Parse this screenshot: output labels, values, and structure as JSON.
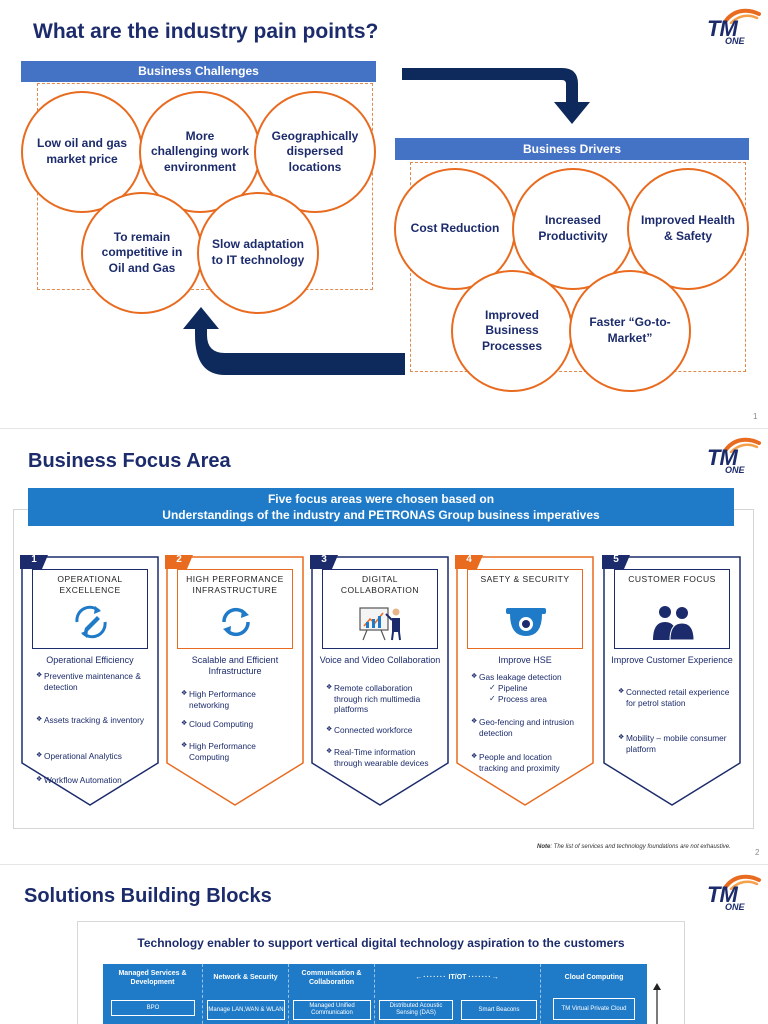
{
  "slide1": {
    "title": "What are the industry pain points?",
    "logo": {
      "tm": "TM",
      "one": "ONE"
    },
    "challenges_header": "Business Challenges",
    "challenges": [
      "Low oil and gas market price",
      "More challenging work environment",
      "Geographically dispersed locations",
      "To remain competitive in Oil and Gas",
      "Slow adaptation to IT technology"
    ],
    "drivers_header": "Business Drivers",
    "drivers": [
      "Cost Reduction",
      "Increased Productivity",
      "Improved Health & Safety",
      "Improved Business Processes",
      "Faster “Go-to-Market”"
    ],
    "page_number": "1",
    "colors": {
      "navy": "#1c2b6b",
      "orange": "#e86b1f",
      "bar_blue": "#4472c4",
      "arrow": "#0e2a5c"
    }
  },
  "slide2": {
    "title": "Business Focus Area",
    "logo": {
      "tm": "TM",
      "one": "ONE"
    },
    "banner_line1": "Five focus areas were chosen based on",
    "banner_line2": "Understandings of the industry and PETRONAS Group business imperatives",
    "cards": [
      {
        "number": "1",
        "title": "OPERATIONAL EXCELLENCE",
        "icon": "edit-sync-icon",
        "subtitle": "Operational Efficiency",
        "items": [
          "Preventive maintenance & detection",
          "Assets tracking & inventory",
          "Operational Analytics",
          "Workflow Automation"
        ]
      },
      {
        "number": "2",
        "title": "HIGH PERFORMANCE INFRASTRUCTURE",
        "icon": "refresh-cycle-icon",
        "subtitle": "Scalable and Efficient Infrastructure",
        "items": [
          "High Performance networking",
          "Cloud Computing",
          "High Performance Computing"
        ]
      },
      {
        "number": "3",
        "title": "DIGITAL COLLABORATION",
        "icon": "presentation-board-icon",
        "subtitle": "Voice and Video Collaboration",
        "items": [
          "Remote collaboration through rich multimedia platforms",
          "Connected workforce",
          "Real-Time information through wearable devices"
        ]
      },
      {
        "number": "4",
        "title": "SAETY & SECURITY",
        "icon": "security-camera-icon",
        "subtitle": "Improve HSE",
        "items": [
          "Gas leakage detection",
          "Geo-fencing and intrusion detection",
          "People and location tracking and proximity"
        ],
        "subitems": [
          "Pipeline",
          "Process area"
        ]
      },
      {
        "number": "5",
        "title": "CUSTOMER FOCUS",
        "icon": "customers-icon",
        "subtitle": "Improve Customer Experience",
        "items": [
          "Connected retail experience for petrol station",
          "Mobility – mobile consumer platform"
        ]
      }
    ],
    "note_label": "Note",
    "note_text": ": The list of services and technology foundations are not exhaustive.",
    "page_number": "2",
    "colors": {
      "navy": "#1c2b6b",
      "orange": "#e86b1f",
      "banner": "#1f7bc8"
    }
  },
  "slide3": {
    "title": "Solutions Building Blocks",
    "logo": {
      "tm": "TM",
      "one": "ONE"
    },
    "subtitle": "Technology enabler to support vertical digital technology aspiration to the customers",
    "columns": [
      "Managed Services & Development",
      "Network & Security",
      "Communication & Collaboration",
      "IT/OT",
      "Cloud Computing"
    ],
    "boxes": [
      "BPO",
      "Manage LAN,WAN & WLAN",
      "Managed Unified Communication",
      "Distributed Acoustic Sensing (DAS)",
      "Smart Beacons",
      "TM Virtual Private Cloud"
    ],
    "colors": {
      "band": "#1f7bc8"
    }
  }
}
